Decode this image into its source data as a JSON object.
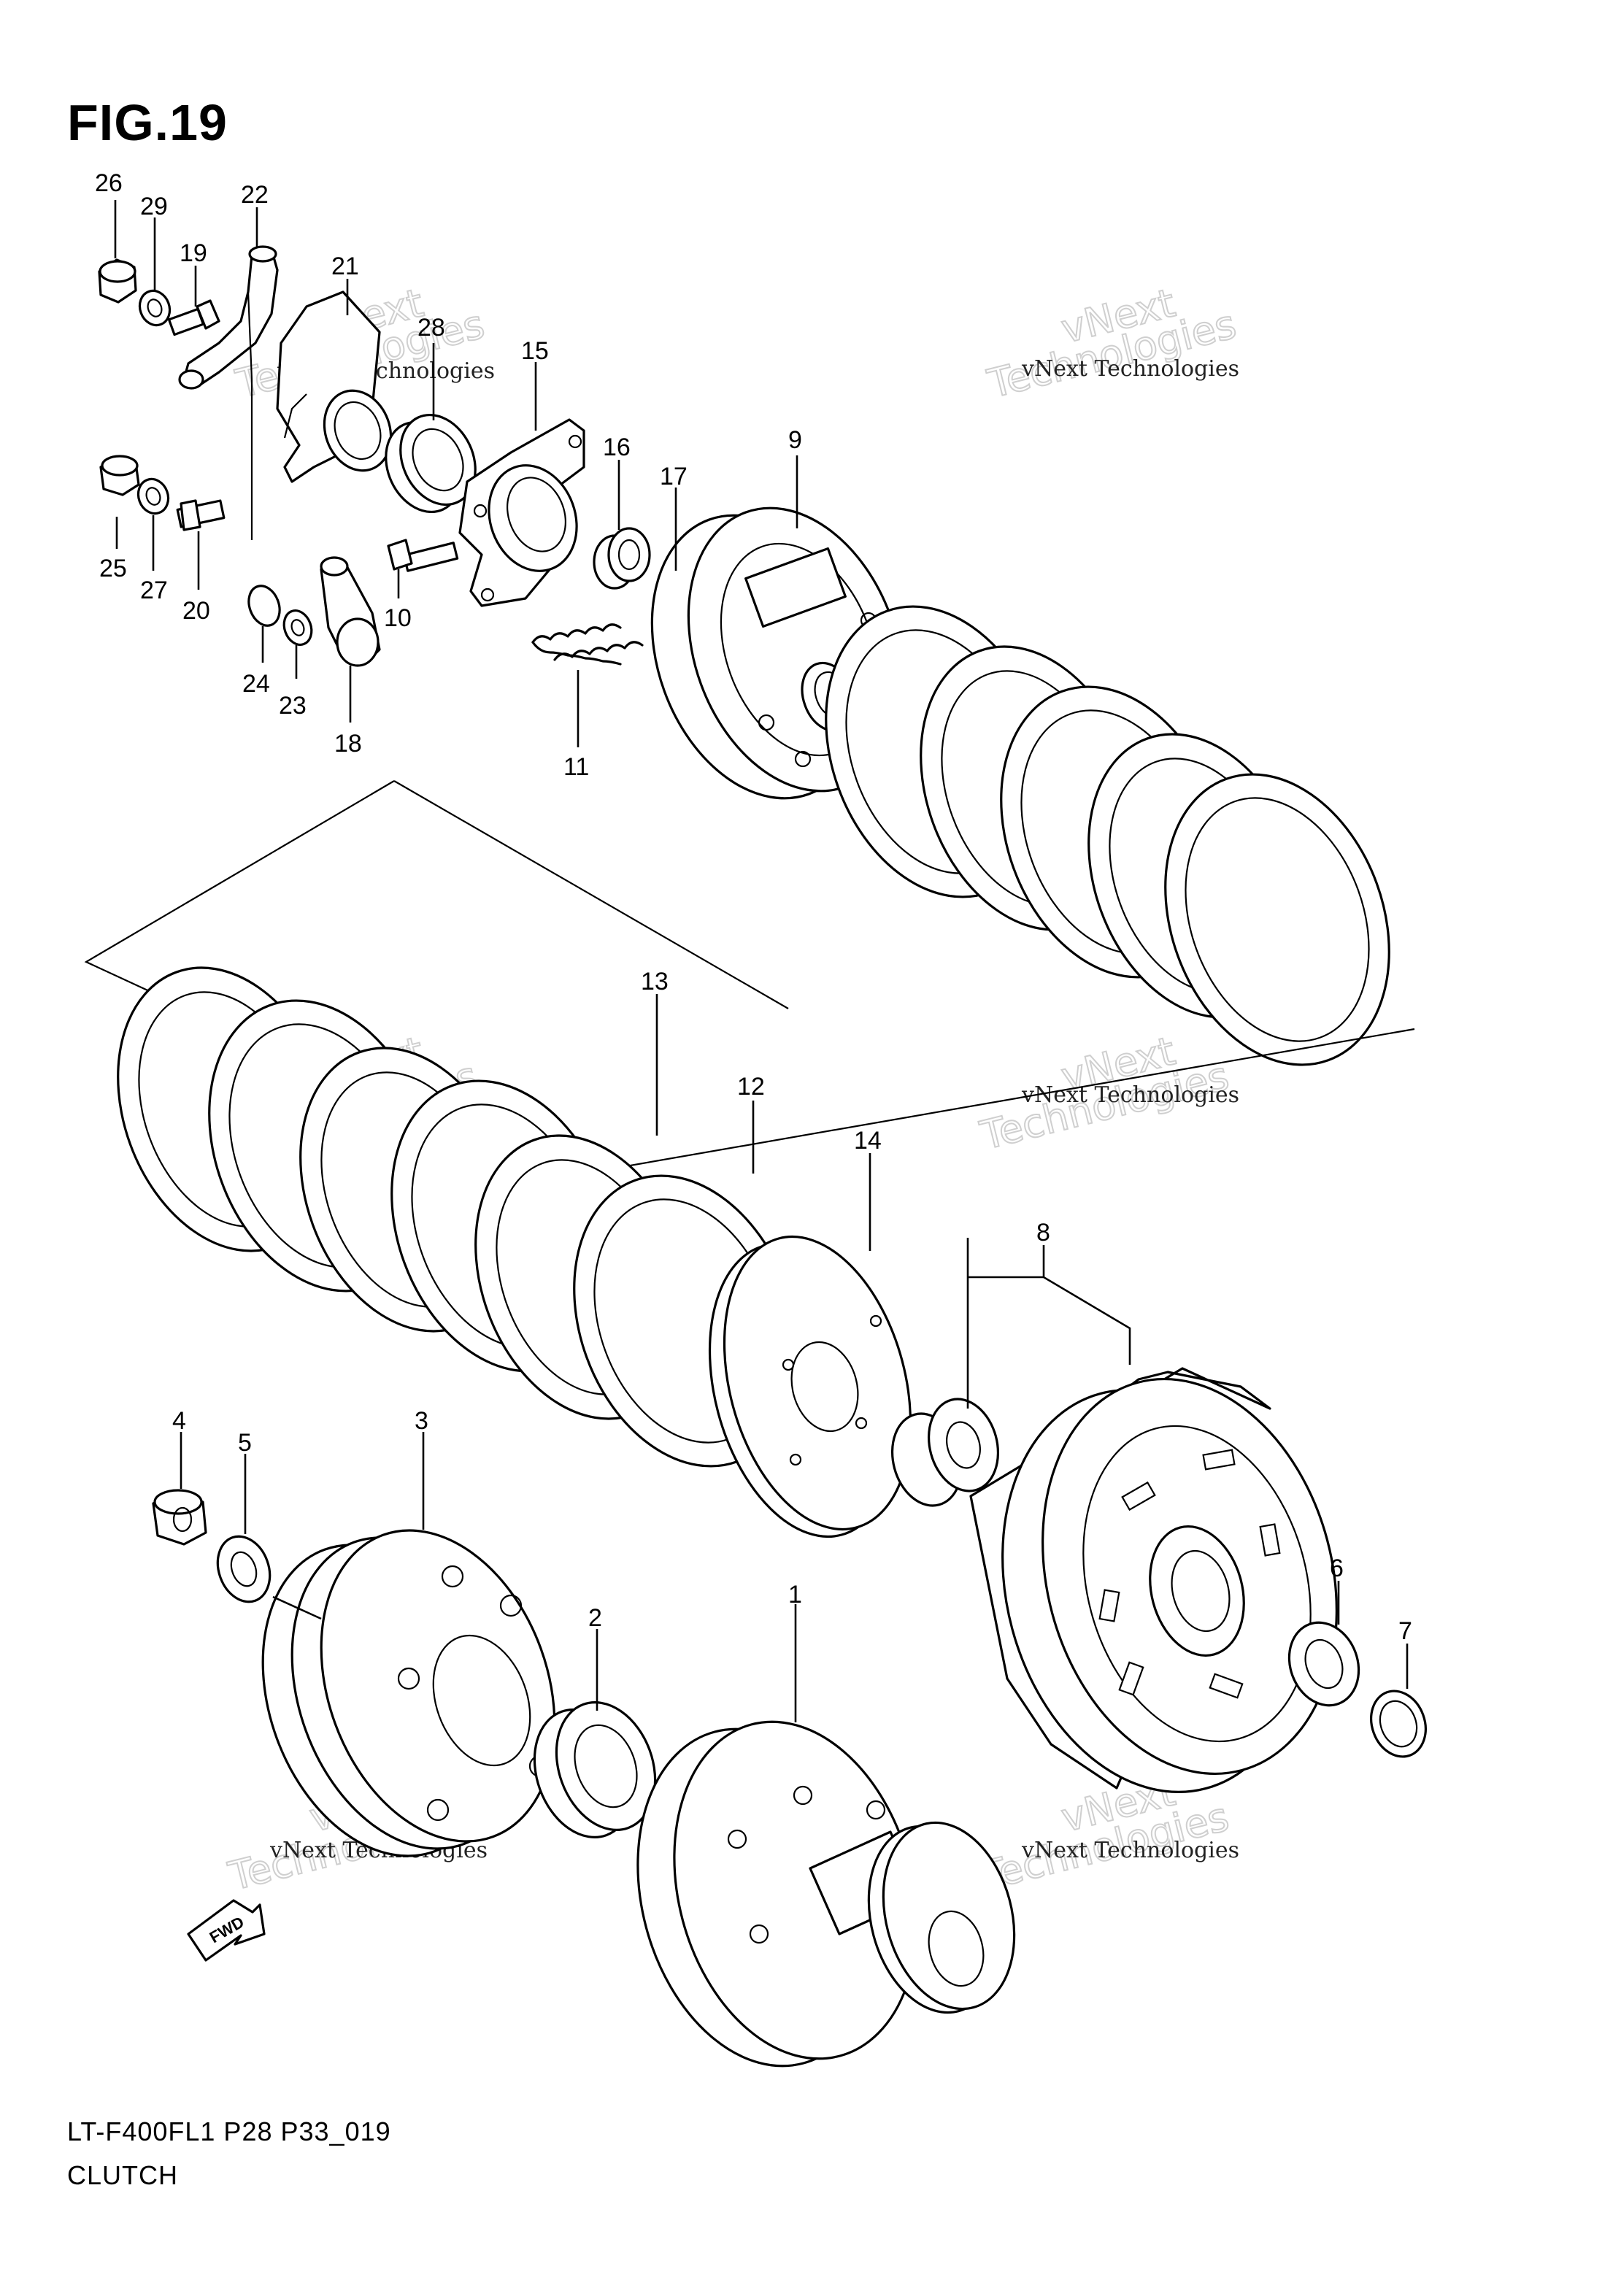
{
  "figure": {
    "title": "FIG.19",
    "model_code": "LT-F400FL1 P28 P33_019",
    "section_name": "CLUTCH"
  },
  "fwd_label": "FWD",
  "watermark": {
    "line1": "vNext Technologies",
    "big_top": "vNext",
    "big_bottom": "Technologies"
  },
  "callouts": [
    "26",
    "29",
    "19",
    "22",
    "21",
    "28",
    "15",
    "16",
    "17",
    "9",
    "25",
    "27",
    "20",
    "10",
    "24",
    "23",
    "18",
    "11",
    "13",
    "12",
    "14",
    "8",
    "4",
    "5",
    "3",
    "2",
    "1",
    "6",
    "7"
  ],
  "colors": {
    "ink": "#000000",
    "paper": "#ffffff",
    "watermark": "#cfcfcf"
  }
}
